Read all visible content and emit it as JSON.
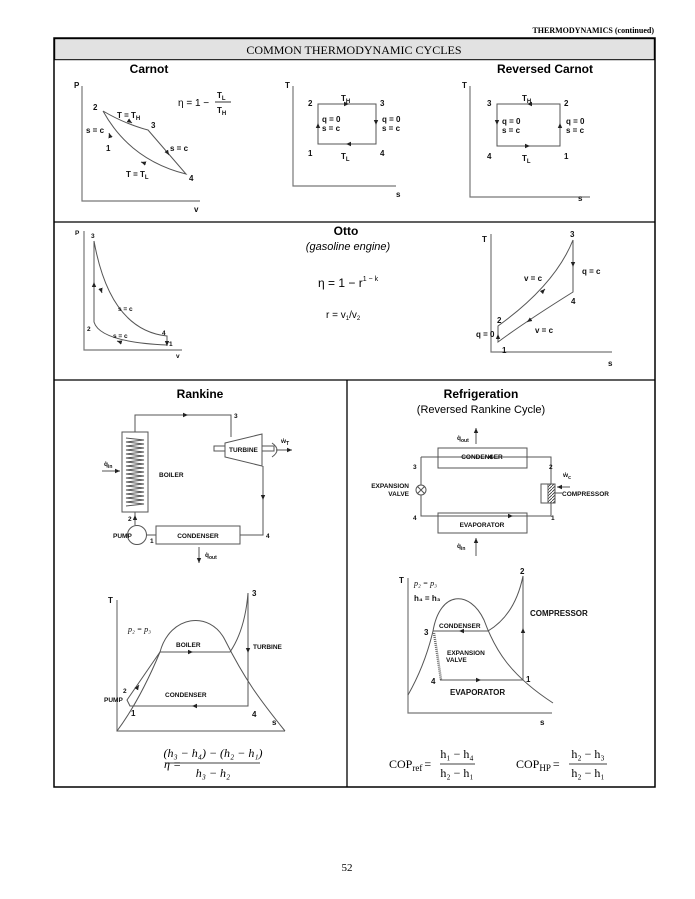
{
  "header": {
    "running_title": "THERMODYNAMICS (continued)",
    "section_title": "COMMON THERMODYNAMIC CYCLES",
    "page_number": "52"
  },
  "carnot": {
    "title": "Carnot",
    "pv": {
      "y_axis": "P",
      "x_axis": "v",
      "p1": "1",
      "p2": "2",
      "p3": "3",
      "p4": "4",
      "t_high": "T = T",
      "h": "H",
      "t_low": "T = T",
      "l": "L",
      "s_c": "s = c"
    },
    "efficiency": {
      "lhs": "η = 1 −",
      "num": "T",
      "num_sub": "L",
      "den": "T",
      "den_sub": "H"
    },
    "ts": {
      "y_axis": "T",
      "x_axis": "s",
      "p1": "1",
      "p2": "2",
      "p3": "3",
      "p4": "4",
      "th": "T",
      "h": "H",
      "tl": "T",
      "l": "L",
      "q0": "q = 0",
      "sc": "s = c"
    }
  },
  "reversed_carnot": {
    "title": "Reversed Carnot",
    "ts": {
      "y_axis": "T",
      "x_axis": "s",
      "p1": "1",
      "p2": "2",
      "p3": "3",
      "p4": "4",
      "th": "T",
      "h": "H",
      "tl": "T",
      "l": "L",
      "q0": "q = 0",
      "sc": "s = c"
    }
  },
  "otto": {
    "title": "Otto",
    "subtitle": "(gasoline engine)",
    "efficiency": {
      "lhs": "η = 1 − r",
      "exp": "1 − k"
    },
    "ratio": {
      "r": "r = v",
      "s1": "1",
      "slash": "/v",
      "s2": "2"
    },
    "pv": {
      "y_axis": "P",
      "x_axis": "v",
      "p1": "1",
      "p2": "2",
      "p3": "3",
      "p4": "4",
      "s_c": "s = c"
    },
    "ts": {
      "y_axis": "T",
      "x_axis": "s",
      "p1": "1",
      "p2": "2",
      "p3": "3",
      "p4": "4",
      "v_c": "v = c",
      "q_c": "q = c",
      "q0": "q = 0"
    }
  },
  "rankine": {
    "title": "Rankine",
    "schematic": {
      "boiler": "BOILER",
      "turbine": "TURBINE",
      "condenser": "CONDENSER",
      "pump": "PUMP",
      "q_in": "q̇",
      "in": "in",
      "q_out": "q̇",
      "out": "out",
      "w_t": "ẇ",
      "t": "T",
      "p1": "1",
      "p2": "2",
      "p3": "3",
      "p4": "4"
    },
    "ts": {
      "y_axis": "T",
      "x_axis": "s",
      "pressure": "p₂ = p₃",
      "boiler": "BOILER",
      "turbine": "TURBINE",
      "condenser": "CONDENSER",
      "pump": "PUMP",
      "p1": "1",
      "p2": "2",
      "p3": "3",
      "p4": "4"
    },
    "efficiency": {
      "lhs": "η =",
      "num": "(h₃ − h₄) − (h₂ − h₁)",
      "den": "h₃ − h₂"
    }
  },
  "refrigeration": {
    "title": "Refrigeration",
    "subtitle": "(Reversed Rankine Cycle)",
    "schematic": {
      "condenser": "CONDENSER",
      "evaporator": "EVAPORATOR",
      "expansion": "EXPANSION",
      "valve": "VALVE",
      "compressor": "COMPRESSOR",
      "q_out": "q̇",
      "out": "out",
      "q_in": "q̇",
      "in": "in",
      "w_c": "ẇ",
      "c": "c",
      "p1": "1",
      "p2": "2",
      "p3": "3",
      "p4": "4"
    },
    "ts": {
      "y_axis": "T",
      "x_axis": "s",
      "pressure": "p₂ = p₃",
      "enthalpy": "h₄ = h₃",
      "condenser": "CONDENSER",
      "expansion": "EXPANSION",
      "valve": "VALVE",
      "evaporator": "EVAPORATOR",
      "compressor": "COMPRESSOR",
      "p1": "1",
      "p2": "2",
      "p3": "3",
      "p4": "4"
    },
    "cop_ref": {
      "lhs": "COP",
      "sub": "ref",
      "eq": "=",
      "num": "h₁ − h₄",
      "den": "h₂ − h₁"
    },
    "cop_hp": {
      "lhs": "COP",
      "sub": "HP",
      "eq": "=",
      "num": "h₂ − h₃",
      "den": "h₂ − h₁"
    }
  }
}
